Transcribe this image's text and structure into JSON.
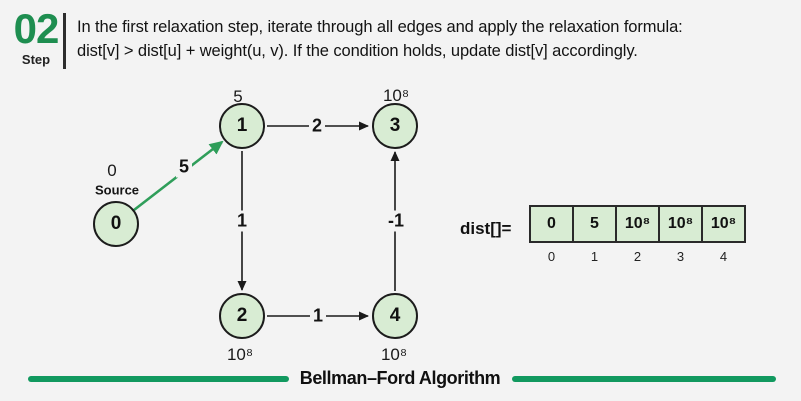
{
  "header": {
    "step_number": "02",
    "step_label": "Step",
    "description_line1": "In the first relaxation step, iterate through all edges and apply the relaxation formula:",
    "description_line2": "dist[v] > dist[u] + weight(u, v). If the condition holds, update dist[v] accordingly."
  },
  "graph": {
    "source_tag": "Source",
    "nodes": [
      {
        "id": "0",
        "dist": "0"
      },
      {
        "id": "1",
        "dist": "5"
      },
      {
        "id": "2",
        "dist": "10⁸"
      },
      {
        "id": "3",
        "dist": "10⁸"
      },
      {
        "id": "4",
        "dist": "10⁸"
      }
    ],
    "edges": [
      {
        "from": "0",
        "to": "1",
        "weight": "5",
        "highlighted": true
      },
      {
        "from": "1",
        "to": "3",
        "weight": "2",
        "highlighted": false
      },
      {
        "from": "1",
        "to": "2",
        "weight": "1",
        "highlighted": false
      },
      {
        "from": "4",
        "to": "3",
        "weight": "-1",
        "highlighted": false
      },
      {
        "from": "2",
        "to": "4",
        "weight": "1",
        "highlighted": false
      }
    ]
  },
  "dist_array": {
    "label": "dist[]=",
    "values": [
      "0",
      "5",
      "10⁸",
      "10⁸",
      "10⁸"
    ],
    "indices": [
      "0",
      "1",
      "2",
      "3",
      "4"
    ]
  },
  "footer": {
    "title": "Bellman–Ford Algorithm"
  },
  "colors": {
    "accent_green": "#1e8e50",
    "highlight_edge_green": "#2f9e5a",
    "footer_rule_green": "#11995f",
    "node_fill": "#d8ecd3",
    "cell_fill": "#d8ecd3",
    "edge_black": "#1a1a1a",
    "background": "#f3f3f3"
  }
}
